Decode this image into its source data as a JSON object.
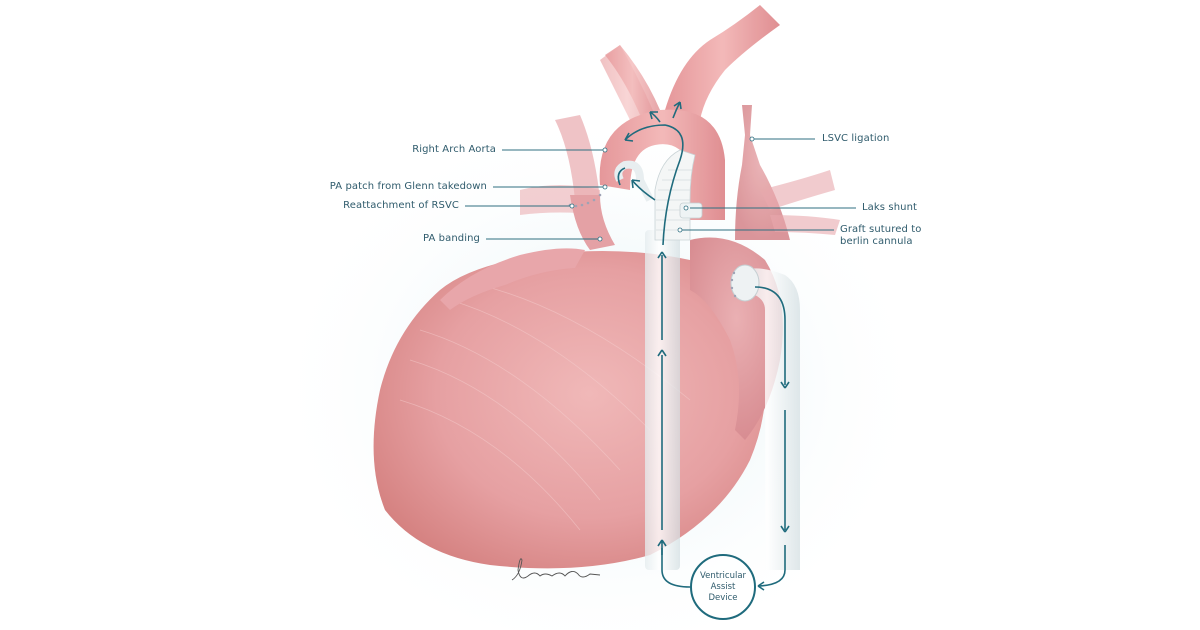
{
  "figure": {
    "title": "Heart with Ventricular Assist Device surgical illustration",
    "line_color": "#1f6b7d",
    "text_color": "#2f5b6c",
    "tissue_color": "#e59a9c",
    "device_color": "#eef3f4"
  },
  "labels": {
    "right_arch_aorta": "Right Arch Aorta",
    "pa_patch": "PA patch from Glenn takedown",
    "reattachment_rsvc": "Reattachment of RSVC",
    "pa_banding": "PA banding",
    "lsvc_ligation": "LSVC ligation",
    "laks_shunt": "Laks shunt",
    "graft_line1": "Graft sutured to",
    "graft_line2": "berlin cannula"
  },
  "vad": {
    "line1": "Ventricular",
    "line2": "Assist",
    "line3": "Device"
  },
  "signature": "signature-scribble"
}
